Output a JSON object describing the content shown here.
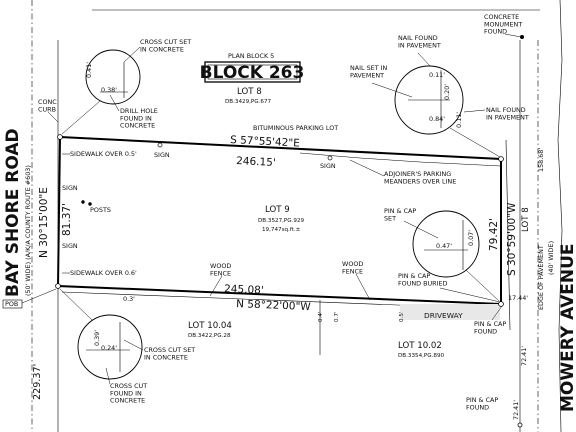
{
  "header": {
    "plan_title": "PLAN BLOCK 5",
    "block_label": "BLOCK 263"
  },
  "lots": {
    "lot8_top": "LOT 8",
    "lot8_top_ref": "DB.3429,PG.677",
    "lot9": "LOT 9",
    "lot9_ref": "DB.3527,PG.929",
    "lot9_area": "19,747sq.ft.±",
    "lot10_04": "LOT 10.04",
    "lot10_04_ref": "DB.3422,PG.28",
    "lot10_02": "LOT 10.02",
    "lot10_02_ref": "DB.3354,PG.890",
    "lot8_right": "LOT 8"
  },
  "roads": {
    "bay_shore": "BAY SHORE ROAD",
    "bay_shore_sub": "(50' WIDE) (A/K/A COUNTY ROUTE #603)",
    "mowery": "MOWERY AVENUE",
    "mowery_sub": "(40' WIDE)",
    "edge_pavement": "EDGE OF PAVEMENT"
  },
  "bearings": {
    "north_bearing": "S 57°55'42\"E",
    "north_distance": "246.15'",
    "south_bearing": "N 58°22'00\"W",
    "south_distance": "245.08'",
    "west_bearing": "N 30°15'00\"E",
    "west_distance": "81.37'",
    "east_bearing": "S 30°59'00\"W",
    "east_distance": "79.42'"
  },
  "dims": {
    "d158": "158.68'",
    "d229": "229.37'",
    "d1744": "17.44'",
    "d72": "72.41'",
    "d03": "0.3'",
    "d04": "0.4'",
    "d07": "0.7'",
    "d05": "0.5'"
  },
  "notes": {
    "concrete_monument": "CONCRETE\nMONUMENT\nFOUND",
    "nail_found_pavement_top": "NAIL FOUND\nIN PAVEMENT",
    "nail_set_pavement": "NAIL SET IN\nPAVEMENT",
    "nail_found_pavement_right": "NAIL FOUND\nIN PAVEMENT",
    "cross_cut_set_top": "CROSS CUT SET\nIN CONCRETE",
    "conc_curb": "CONC\nCURB",
    "drill_hole": "DRILL HOLE\nFOUND IN\nCONCRETE",
    "bituminous": "BITUMINOUS PARKING LOT",
    "sidewalk_top": "SIDEWALK OVER 0.5'",
    "sidewalk_bottom": "SIDEWALK OVER 0.6'",
    "sign": "SIGN",
    "posts": "POSTS",
    "adjoiner": "ADJOINER'S PARKING\nMEANDERS OVER LINE",
    "pin_cap_set": "PIN & CAP\nSET",
    "pin_cap_buried": "PIN & CAP\nFOUND BURIED",
    "pin_cap_found_right": "PIN & CAP\nFOUND",
    "pin_cap_found_bottom": "PIN & CAP\nFOUND",
    "wood_fence": "WOOD\nFENCE",
    "driveway": "DRIVEWAY",
    "cross_cut_set_bottom": "CROSS CUT SET\nIN CONCRETE",
    "cross_cut_found": "CROSS CUT\nFOUND IN\nCONCRETE",
    "pob": "POB"
  },
  "details": {
    "tl_a": "0.41'",
    "tl_b": "0.38'",
    "tr_a": "0.11'",
    "tr_b": "0.20'",
    "tr_c": "0.84'",
    "tr_d": "0.11'",
    "mr_a": "0.47'",
    "mr_b": "0.07'",
    "bl_a": "0.39'",
    "bl_b": "0.24'"
  }
}
